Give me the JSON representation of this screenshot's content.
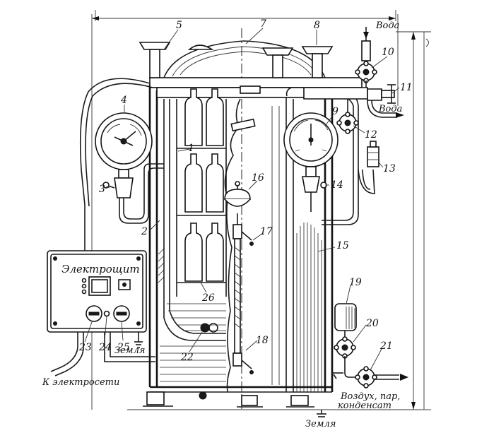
{
  "labels": {
    "water_in": "Вода",
    "water_out": "Вода",
    "panel_title": "Электрощит",
    "to_mains": "К электросети",
    "ground_panel": "Земля",
    "ground_bottom": "Земля",
    "exhaust_line1": "Воздух, пар,",
    "exhaust_line2": "конденсат"
  },
  "callouts": [
    "1",
    "2",
    "3",
    "4",
    "5",
    "7",
    "8",
    "9",
    "10",
    "11",
    "12",
    "13",
    "14",
    "15",
    "16",
    "17",
    "18",
    "19",
    "20",
    "21",
    "22",
    "23",
    "24",
    "25",
    "26"
  ],
  "colors": {
    "ink": "#111111",
    "paper": "#ffffff"
  }
}
